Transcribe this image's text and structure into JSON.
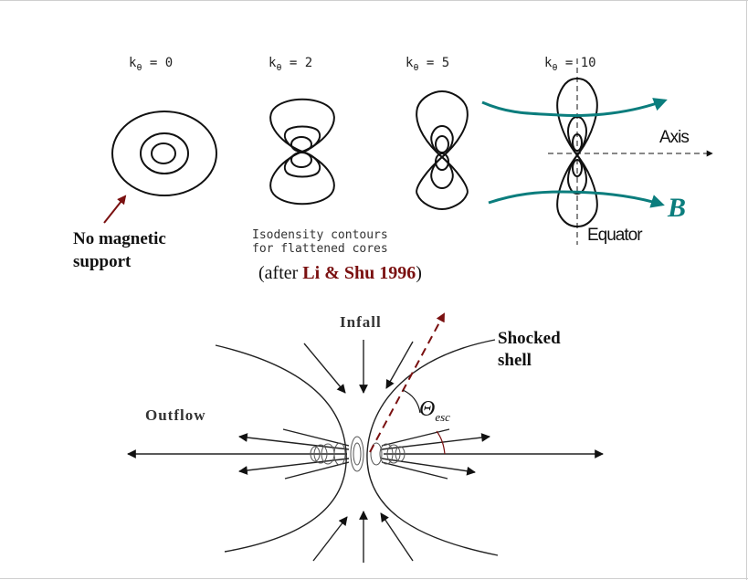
{
  "panels": [
    {
      "label_k": "k",
      "label_sub": "θ",
      "label_eq": " = 0"
    },
    {
      "label_k": "k",
      "label_sub": "θ",
      "label_eq": " = 2"
    },
    {
      "label_k": "k",
      "label_sub": "θ",
      "label_eq": " = 5"
    },
    {
      "label_k": "k",
      "label_sub": "θ",
      "label_eq": " = 10"
    }
  ],
  "labels": {
    "no_magnetic_line1": "No magnetic",
    "no_magnetic_line2": "support",
    "isodensity_line1": "Isodensity contours",
    "isodensity_line2": "for flattened cores",
    "citation_prefix": "(after ",
    "citation_authors": "Li & Shu 1996",
    "citation_suffix": ")",
    "axis": "Axis",
    "equator": "Equator",
    "field": "B",
    "infall": "Infall",
    "shocked_line1": "Shocked",
    "shocked_line2": "shell",
    "outflow": "Outflow",
    "theta": "Θ",
    "theta_sub": "esc"
  },
  "colors": {
    "ink": "#111111",
    "teal": "#0b7d7d",
    "maroon": "#7a1010",
    "gray": "#555555"
  }
}
